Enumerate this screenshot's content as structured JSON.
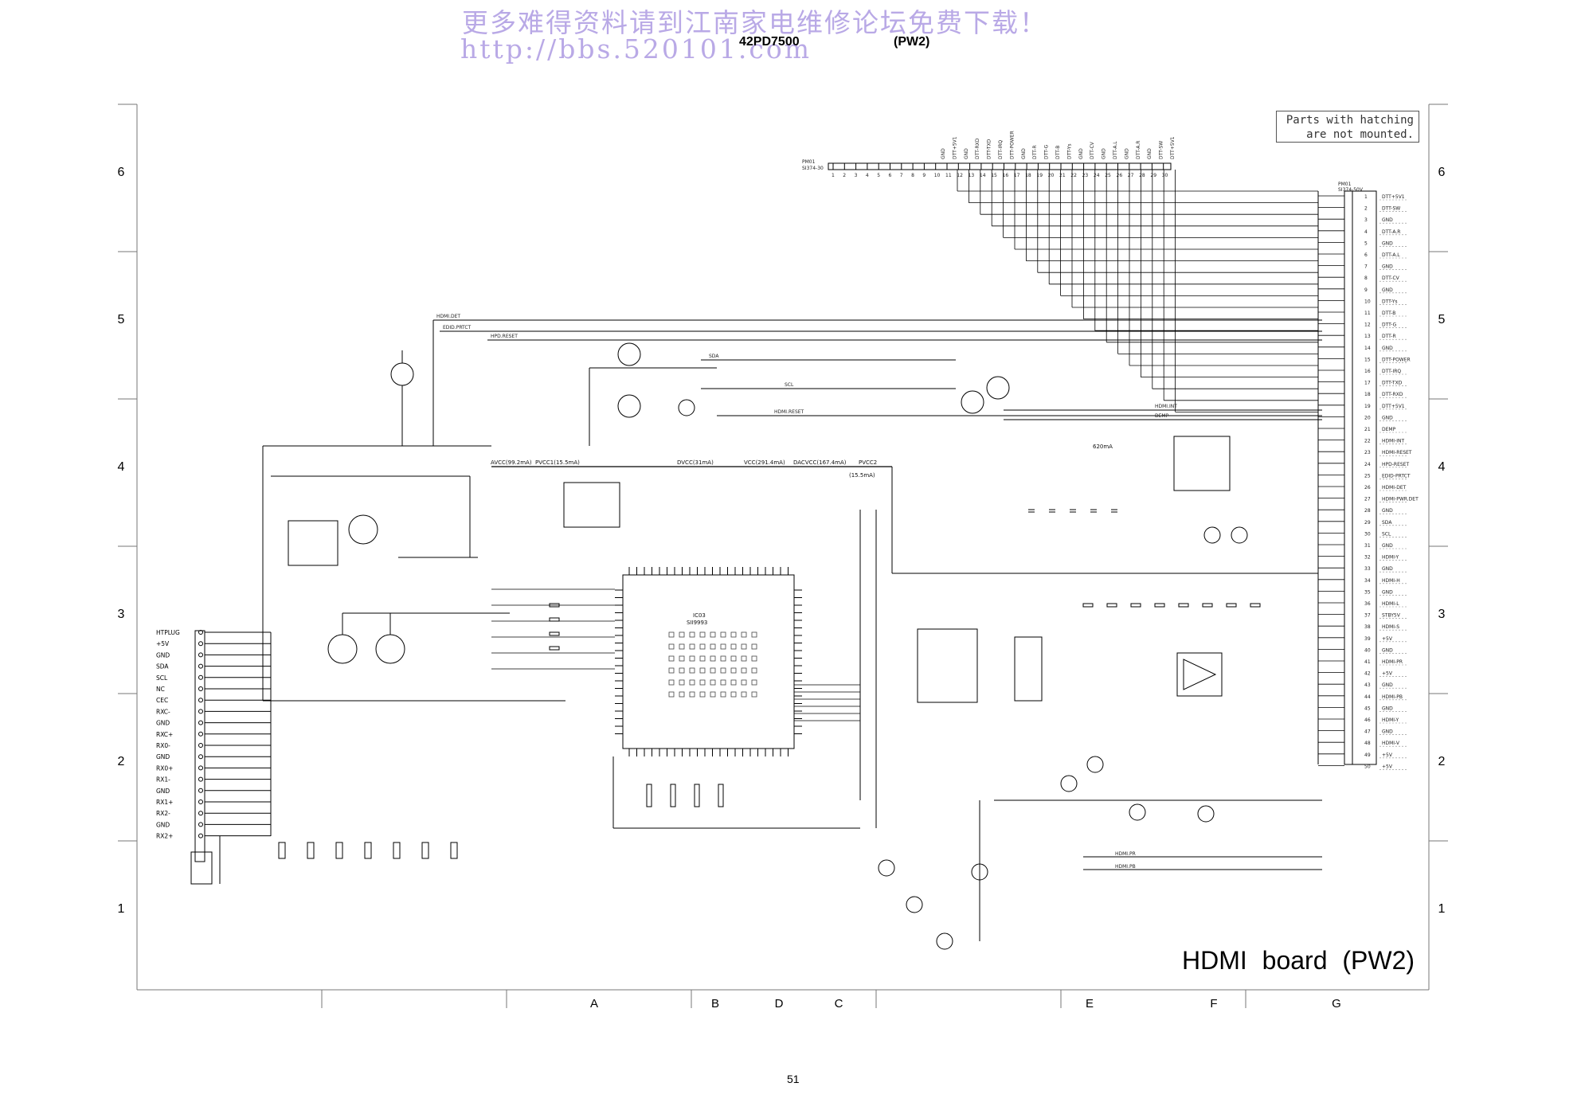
{
  "watermark": {
    "line1": "更多难得资料请到江南家电维修论坛免费下载！",
    "line2": "http://bbs.520101.com"
  },
  "header": {
    "model": "42PD7500",
    "variant": "(PW2)"
  },
  "notice": {
    "line1": "Parts with hatching",
    "line2": "are not mounted."
  },
  "board_title": "HDMI board (PW2)",
  "page_number": "51",
  "row_labels": [
    "6",
    "5",
    "4",
    "3",
    "2",
    "1"
  ],
  "column_labels": [
    "A",
    "B",
    "D",
    "C",
    "E",
    "F",
    "G"
  ],
  "hdmi_connector_pins": [
    "HTPLUG",
    "+5V",
    "GND",
    "SDA",
    "SCL",
    "NC",
    "CEC",
    "RXC-",
    "GND",
    "RXC+",
    "RX0-",
    "GND",
    "RX0+",
    "RX1-",
    "GND",
    "RX1+",
    "RX2-",
    "GND",
    "RX2+"
  ],
  "right_connector_pins": [
    "DTT+5V1",
    "DTT-SW",
    "GND",
    "DTT-A.R",
    "GND",
    "DTT-A.L",
    "GND",
    "DTT-CV",
    "GND",
    "DTT-Ys",
    "DTT-B",
    "DTT-G",
    "DTT-R",
    "GND",
    "DTT-POWER",
    "DTT-IRQ",
    "DTT-TXD",
    "DTT-RXD",
    "DTT+5V1",
    "GND",
    "DEMP",
    "HDMI-INT",
    "HDMI-RESET",
    "HPD-RESET",
    "EDID-PRTCT",
    "HDMI-DET",
    "HDMI-PWR.DET",
    "GND",
    "SDA",
    "SCL",
    "GND",
    "HDMI-Y",
    "GND",
    "HDMI-H",
    "GND",
    "HDMI-L",
    "STBY5V",
    "HDMI-S",
    "+5V",
    "GND",
    "HDMI-PR",
    "+5V",
    "GND",
    "HDMI-PB",
    "GND",
    "HDMI-Y",
    "GND",
    "HDMI-V",
    "+5V",
    "+5V"
  ],
  "top_connector_pins": [
    "GND",
    "DTT+5V1",
    "GND",
    "DTT-RXD",
    "DTT-TXD",
    "DTT-IRQ",
    "DTT-POWER",
    "GND",
    "DTT-R",
    "DTT-G",
    "DTT-B",
    "DTT-Ys",
    "GND",
    "DTT-CV",
    "GND",
    "DTT-A.L",
    "GND",
    "DTT-A.R",
    "GND",
    "DTT-SW",
    "DTT+5V1"
  ],
  "connectors": {
    "top": "PM01",
    "top_part": "SI374-30",
    "right": "PM01",
    "right_part": "SI374-50V"
  },
  "main_ic": {
    "ref": "IC03",
    "part": "SII9993"
  },
  "rails": [
    "AVCC(99.2mA)",
    "PVCC1(15.5mA)",
    "DVCC(31mA)",
    "VCC(291.4mA)",
    "DACVCC(167.4mA)",
    "PVCC2",
    "(15.5mA)"
  ],
  "signal_labels": [
    "HDMI.DET",
    "EDID.PRTCT",
    "HPD.RESET",
    "SDA",
    "SCL",
    "HDMI.RESET",
    "HDMI.INT",
    "DEMP",
    "620mA",
    "HDMI.PR",
    "HDMI.PB"
  ]
}
